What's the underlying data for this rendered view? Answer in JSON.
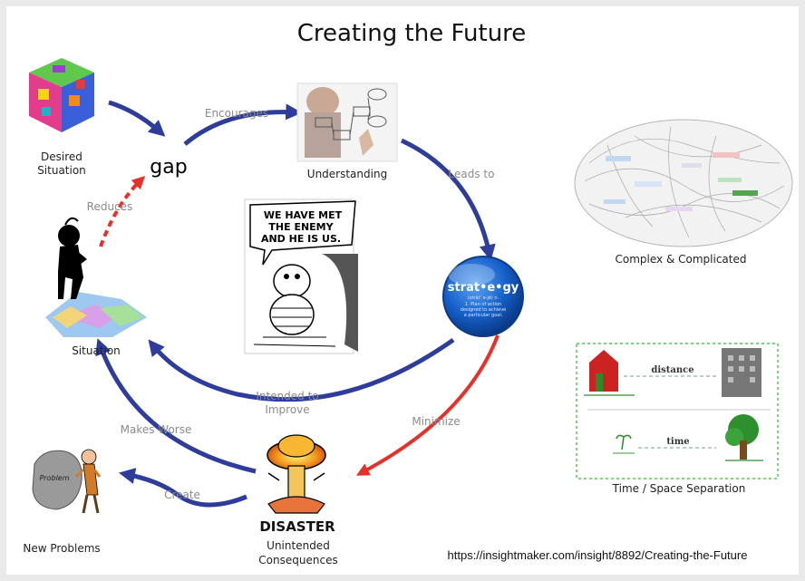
{
  "title": "Creating the Future",
  "nodes": {
    "desired_situation": [
      "Desired",
      "Situation"
    ],
    "gap": "gap",
    "understanding": "Understanding",
    "strategy": {
      "word": "strat•e•gy",
      "pron": "(străt' ə-jē) n.",
      "def": [
        "1. Plan of action",
        "designed to achieve",
        "a particular goal."
      ]
    },
    "situation": "Situation",
    "unintended_consequences": [
      "Unintended",
      "Consequences"
    ],
    "new_problems": "New Problems",
    "disaster_text": "DISASTER",
    "problem_rock": "Problem"
  },
  "edges": {
    "encourages": "Encourages",
    "leads_to": "Leads to",
    "minimize": "Minimize",
    "intended_to_improve": [
      "Intended to",
      "Improve"
    ],
    "makes_worse": "Makes Worse",
    "reduces": "Reduces",
    "create": "Create"
  },
  "cartoon": {
    "quote": [
      "WE HAVE MET",
      "THE ENEMY",
      "AND HE IS US."
    ]
  },
  "side_panels": {
    "complex": "Complex & Complicated",
    "separation": {
      "caption": "Time / Space Separation",
      "distance": "distance",
      "time": "time"
    }
  },
  "footer_url": "https://insightmaker.com/insight/8892/Creating-the-Future",
  "colors": {
    "blue_arrow": "#2e3c9c",
    "red_arrow": "#e8302b",
    "edge_label": "#8a8a8a",
    "frame": "#e9e9e9",
    "separation_border": "#5cc25c"
  }
}
